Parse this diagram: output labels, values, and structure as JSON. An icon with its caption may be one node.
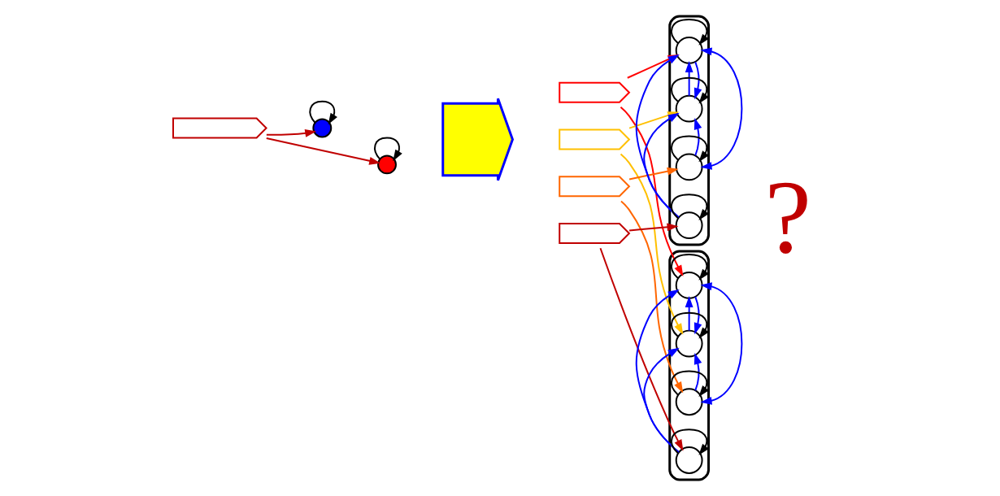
{
  "diagram": {
    "nodes": [
      {
        "text": [],
        "shape": "picture"
      },
      {
        "text": [],
        "shape": "circle"
      },
      {
        "text": [],
        "shape": "circle"
      },
      {
        "text": [],
        "shape": "arrow"
      },
      {
        "text": [],
        "shape": "picture"
      },
      {
        "text": [],
        "shape": "picture"
      },
      {
        "text": [],
        "shape": "picture"
      },
      {
        "text": [],
        "shape": "picture"
      },
      {
        "text": [],
        "shape": "box"
      },
      {
        "text": [],
        "shape": "circle",
        "in": 8
      },
      {
        "text": [],
        "shape": "circle",
        "in": 8
      },
      {
        "text": [],
        "shape": "circle",
        "in": 8
      },
      {
        "text": [],
        "shape": "circle",
        "in": 8
      },
      {
        "text": [],
        "shape": "box"
      },
      {
        "text": [],
        "shape": "circle",
        "in": 13
      },
      {
        "text": [],
        "shape": "circle",
        "in": 13
      },
      {
        "text": [],
        "shape": "circle",
        "in": 13
      },
      {
        "text": [],
        "shape": "circle",
        "in": 13
      }
    ],
    "edges": [
      {
        "from": 0,
        "to": 1,
        "arrow": "to",
        "color": "#c00000"
      },
      {
        "from": 0,
        "to": 2,
        "arrow": "to",
        "color": "#c00000"
      },
      {
        "from": 1,
        "to": 1,
        "arrow": "to",
        "color": "#000000"
      },
      {
        "from": 2,
        "to": 2,
        "arrow": "to",
        "color": "#000000"
      },
      {
        "from": 4,
        "to": 9,
        "arrow": "to",
        "color": "#ff0000"
      },
      {
        "from": 4,
        "to": 14,
        "arrow": "to",
        "color": "#ff0000"
      },
      {
        "from": 5,
        "to": 10,
        "arrow": "to",
        "color": "#ffc000"
      },
      {
        "from": 5,
        "to": 15,
        "arrow": "to",
        "color": "#ffc000"
      },
      {
        "from": 6,
        "to": 11,
        "arrow": "to",
        "color": "#ff6600"
      },
      {
        "from": 6,
        "to": 16,
        "arrow": "to",
        "color": "#ff6600"
      },
      {
        "from": 7,
        "to": 12,
        "arrow": "to",
        "color": "#c00000"
      },
      {
        "from": 7,
        "to": 17,
        "arrow": "to",
        "color": "#c00000"
      },
      {
        "from": 9,
        "to": 9,
        "arrow": "to",
        "color": "#000000"
      },
      {
        "from": 10,
        "to": 10,
        "arrow": "to",
        "color": "#000000"
      },
      {
        "from": 11,
        "to": 11,
        "arrow": "to",
        "color": "#000000"
      },
      {
        "from": 12,
        "to": 12,
        "arrow": "to",
        "color": "#000000"
      },
      {
        "from": 9,
        "to": 10,
        "arrow": "to",
        "color": "#0000ff"
      },
      {
        "from": 10,
        "to": 9,
        "arrow": "to",
        "color": "#0000ff"
      },
      {
        "from": 9,
        "to": 11,
        "arrow": "both",
        "color": "#0000ff"
      },
      {
        "from": 11,
        "to": 10,
        "arrow": "to",
        "color": "#0000ff"
      },
      {
        "from": 12,
        "to": 9,
        "arrow": "to",
        "color": "#0000ff"
      },
      {
        "from": 12,
        "to": 10,
        "arrow": "to",
        "color": "#0000ff"
      },
      {
        "from": 14,
        "to": 14,
        "arrow": "to",
        "color": "#000000"
      },
      {
        "from": 15,
        "to": 15,
        "arrow": "to",
        "color": "#000000"
      },
      {
        "from": 16,
        "to": 16,
        "arrow": "to",
        "color": "#000000"
      },
      {
        "from": 17,
        "to": 17,
        "arrow": "to",
        "color": "#000000"
      },
      {
        "from": 14,
        "to": 15,
        "arrow": "to",
        "color": "#0000ff"
      },
      {
        "from": 15,
        "to": 14,
        "arrow": "to",
        "color": "#0000ff"
      },
      {
        "from": 14,
        "to": 16,
        "arrow": "both",
        "color": "#0000ff"
      },
      {
        "from": 16,
        "to": 15,
        "arrow": "to",
        "color": "#0000ff"
      },
      {
        "from": 17,
        "to": 14,
        "arrow": "to",
        "color": "#0000ff"
      },
      {
        "from": 17,
        "to": 15,
        "arrow": "to",
        "color": "#0000ff"
      }
    ],
    "labels": [
      "?"
    ]
  }
}
